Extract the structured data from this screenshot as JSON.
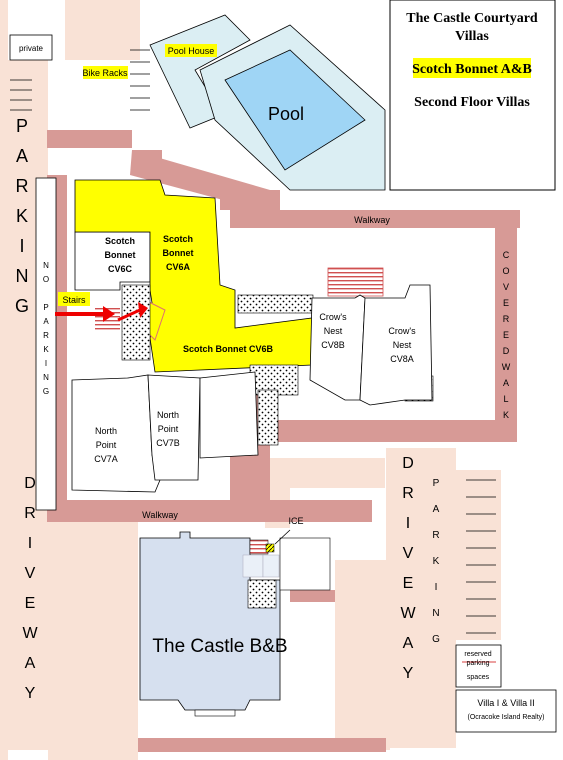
{
  "title_box": {
    "line1": "The Castle Courtyard",
    "line2": "Villas",
    "highlight": "Scotch Bonnet A&B",
    "line3": "Second Floor Villas"
  },
  "labels": {
    "private": "private",
    "bike_racks": "Bike Racks",
    "pool_house": "Pool House",
    "pool": "Pool",
    "walkway_top": "Walkway",
    "walkway_bottom": "Walkway",
    "stairs": "Stairs",
    "ice": "ICE",
    "castle": "The Castle B&B",
    "reserved": "reserved",
    "parking_small": "parking",
    "spaces": "spaces",
    "villa_box_line1": "Villa I & Villa II",
    "villa_box_line2": "(Ocracoke Island Realty)"
  },
  "units": {
    "cv6c": [
      "Scotch",
      "Bonnet",
      "CV6C"
    ],
    "cv6a": [
      "Scotch",
      "Bonnet",
      "CV6A"
    ],
    "cv6b": "Scotch Bonnet CV6B",
    "cv8b": [
      "Crow's",
      "Nest",
      "CV8B"
    ],
    "cv8a": [
      "Crow's",
      "Nest",
      "CV8A"
    ],
    "cv7a": [
      "North",
      "Point",
      "CV7A"
    ],
    "cv7b": [
      "North",
      "Point",
      "CV7B"
    ]
  },
  "vertical_text": {
    "parking_left": [
      "P",
      "A",
      "R",
      "K",
      "I",
      "N",
      "G"
    ],
    "no_parking": [
      "N",
      "O",
      "",
      "P",
      "A",
      "R",
      "K",
      "I",
      "N",
      "G"
    ],
    "driveway_left": [
      "D",
      "R",
      "I",
      "V",
      "E",
      "W",
      "A",
      "Y"
    ],
    "covered_walk": [
      "C",
      "O",
      "V",
      "E",
      "R",
      "E",
      "D",
      "W",
      "A",
      "L",
      "K"
    ],
    "driveway_right": [
      "D",
      "R",
      "I",
      "V",
      "E",
      "W",
      "A",
      "Y"
    ],
    "parking_right": [
      "P",
      "A",
      "R",
      "K",
      "I",
      "N",
      "G"
    ]
  },
  "colors": {
    "walkway": "#d79a96",
    "parking_strip": "#f9e2d6",
    "yellow_unit": "#ffff00",
    "pool_water": "#9fd5f5",
    "pool_deck": "#dbeef3",
    "castle_fill": "#d6e0ef",
    "stairs_red": "#e07070",
    "arrow": "#ee0000"
  }
}
